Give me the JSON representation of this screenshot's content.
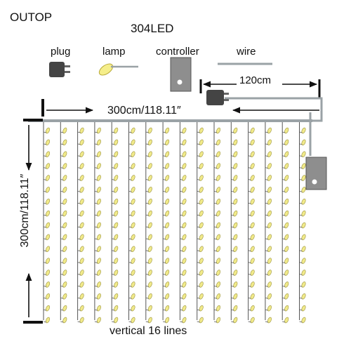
{
  "brand": "OUTOP",
  "title": "304LED",
  "legend": {
    "plug": "plug",
    "lamp": "lamp",
    "controller": "controller",
    "wire": "wire"
  },
  "dimensions": {
    "width": "300cm/118.11″",
    "height": "300cm/118.11″",
    "feed_cable": "120cm"
  },
  "footer": "vertical  16  lines",
  "colors": {
    "led": "#f1ea8a",
    "wire": "#9aa2a6",
    "line": "#111111",
    "controller": "#8e8e8e",
    "plug": "#444444"
  },
  "icons": [
    "plug-icon",
    "lamp-icon",
    "controller-icon",
    "wire-icon"
  ],
  "led_curtain": {
    "strands": 16
  }
}
